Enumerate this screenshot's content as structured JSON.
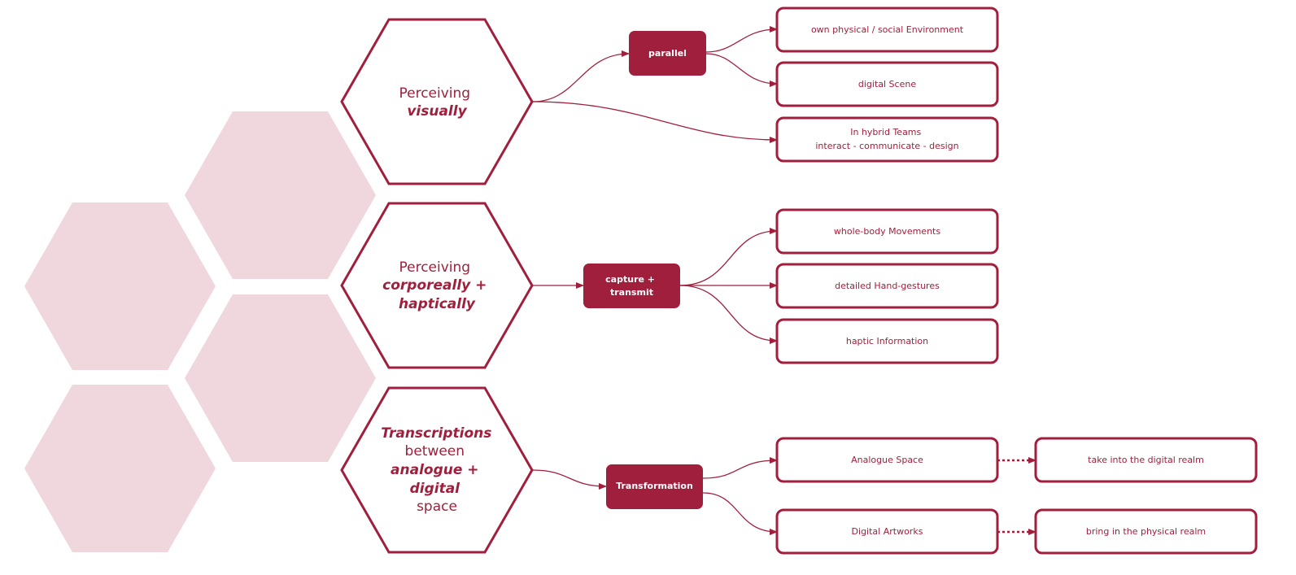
{
  "colors": {
    "accent": "#a01f3c",
    "hex_fill_light": "#efd7dd",
    "background": "#ffffff"
  },
  "rows": [
    {
      "hex_lines": [
        {
          "text": "Perceiving",
          "emphasis": false
        },
        {
          "text": "visually",
          "emphasis": true
        }
      ],
      "mid": [
        "parallel"
      ],
      "targets": [
        {
          "lines": [
            "own physical / social Environment"
          ]
        },
        {
          "lines": [
            "digital Scene"
          ]
        },
        {
          "lines": [
            "In hybrid Teams",
            "interact - communicate - design"
          ]
        }
      ]
    },
    {
      "hex_lines": [
        {
          "text": "Perceiving",
          "emphasis": false
        },
        {
          "text": "corporeally +",
          "emphasis": true
        },
        {
          "text": "haptically",
          "emphasis": true
        }
      ],
      "mid": [
        "capture  +",
        "transmit"
      ],
      "targets": [
        {
          "lines": [
            "whole-body Movements"
          ]
        },
        {
          "lines": [
            "detailed Hand-gestures"
          ]
        },
        {
          "lines": [
            "haptic Information"
          ]
        }
      ]
    },
    {
      "hex_lines": [
        {
          "text": "Transcriptions",
          "emphasis": true
        },
        {
          "text": "between",
          "emphasis": false
        },
        {
          "text": "analogue +",
          "emphasis": true
        },
        {
          "text": "digital",
          "emphasis": true
        },
        {
          "text": "space",
          "emphasis": false
        }
      ],
      "mid": [
        "Transformation"
      ],
      "targets": [
        {
          "lines": [
            "Analogue Space"
          ],
          "next": [
            "take into the digital realm"
          ]
        },
        {
          "lines": [
            "Digital Artworks"
          ],
          "next": [
            "bring in the physical realm"
          ]
        }
      ]
    }
  ]
}
